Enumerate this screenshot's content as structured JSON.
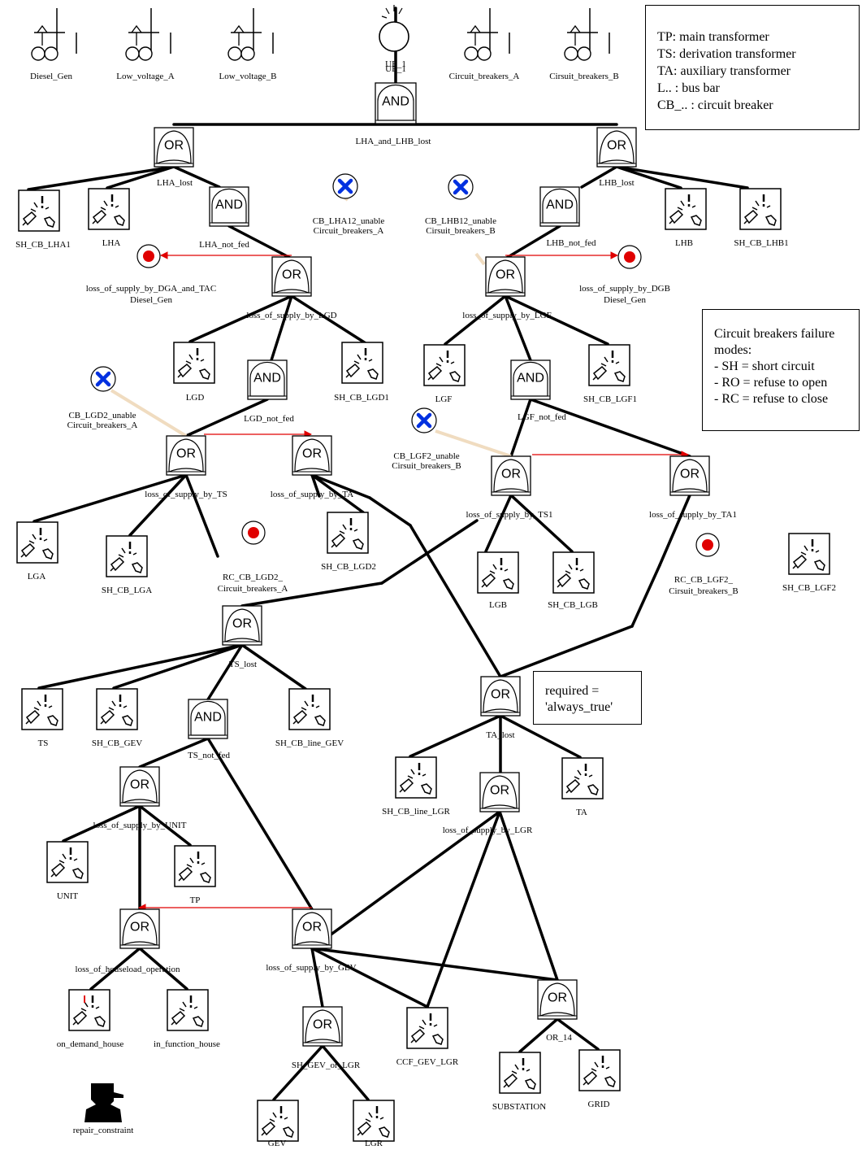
{
  "diagram": {
    "gates": [
      {
        "id": "UE_1_AND",
        "label": "UE_1",
        "type": "AND"
      },
      {
        "id": "LHA_and_LHB_lost",
        "label": "LHA_and_LHB_lost",
        "type": "OR"
      },
      {
        "id": "LHB_lost",
        "label": "LHB_lost",
        "type": "OR"
      },
      {
        "id": "LHA_not_fed",
        "label": "LHA_not_fed",
        "type": "AND"
      },
      {
        "id": "LHB_not_fed",
        "label": "LHB_not_fed",
        "type": "AND"
      },
      {
        "id": "loss_of_supply_by_LGD",
        "label": "loss_of_supply_by_LGD",
        "type": "OR"
      },
      {
        "id": "loss_of_supply_by_LGF",
        "label": "loss_of_supply_by_LGF",
        "type": "OR"
      },
      {
        "id": "LGD_not_fed",
        "label": "LGD_not_fed",
        "type": "AND"
      },
      {
        "id": "LGF_not_fed",
        "label": "LGF_not_fed",
        "type": "AND"
      },
      {
        "id": "loss_of_supply_by_TS",
        "label": "loss_of_supply_by_TS",
        "type": "OR"
      },
      {
        "id": "loss_of_supply_by_TA",
        "label": "loss_of_supply_by_TA",
        "type": "OR"
      },
      {
        "id": "loss_of_supply_by_TS1",
        "label": "loss_of_supply_by_TS1",
        "type": "OR"
      },
      {
        "id": "loss_of_supply_by_TA1",
        "label": "loss_of_supply_by_TA1",
        "type": "OR"
      },
      {
        "id": "TS_lost",
        "label": "TS_lost",
        "type": "OR"
      },
      {
        "id": "TS_not_fed",
        "label": "TS_not_fed",
        "type": "AND"
      },
      {
        "id": "TA_lost",
        "label": "TA_lost",
        "type": "OR"
      },
      {
        "id": "loss_of_supply_by_UNIT",
        "label": "loss_of_supply_by_UNIT",
        "type": "OR"
      },
      {
        "id": "loss_of_supply_by_LGR",
        "label": "loss_of_supply_by_LGR",
        "type": "OR"
      },
      {
        "id": "loss_of_houseload_operation",
        "label": "loss_of_houseload_operation",
        "type": "OR"
      },
      {
        "id": "loss_of_supply_by_GEV",
        "label": "loss_of_supply_by_GEV",
        "type": "OR"
      },
      {
        "id": "OR_14",
        "label": "OR_14",
        "type": "OR"
      },
      {
        "id": "SH_GEV_or_LGR",
        "label": "SH_GEV_or_LGR",
        "type": "OR"
      }
    ],
    "gate_name_top": "LHA_lost",
    "basic_events": [
      "SH_CB_LHA1",
      "LHA",
      "LHB",
      "SH_CB_LHB1",
      "LGD",
      "SH_CB_LGD1",
      "LGF",
      "SH_CB_LGF1",
      "LGA",
      "SH_CB_LGA",
      "SH_CB_LGD2",
      "LGB",
      "SH_CB_LGB",
      "SH_CB_LGF2",
      "TS",
      "SH_CB_GEV",
      "SH_CB_line_GEV",
      "SH_CB_line_LGR",
      "TA",
      "UNIT",
      "TP",
      "on_demand_house",
      "in_function_house",
      "CCF_GEV_LGR",
      "SUBSTATION",
      "GRID",
      "GEV",
      "LGR"
    ],
    "components": [
      "Diesel_Gen",
      "Low_voltage_A",
      "Low_voltage_B",
      "Circuit_breakers_A",
      "Cirsuit_breakers_B"
    ],
    "source_label": "UE_1",
    "failure_events": [
      {
        "l1": "loss_of_supply_by_DGA_and_TAC",
        "l2": "Diesel_Gen"
      },
      {
        "l1": "loss_of_supply_by_DGB",
        "l2": "Diesel_Gen"
      },
      {
        "l1": "RC_CB_LGD2_",
        "l2": "Circuit_breakers_A"
      },
      {
        "l1": "RC_CB_LGF2_",
        "l2": "Cirsuit_breakers_B"
      }
    ],
    "unable_events": [
      {
        "l1": "CB_LHA12_unable",
        "l2": "Circuit_breakers_A"
      },
      {
        "l1": "CB_LHB12_unable",
        "l2": "Cirsuit_breakers_B"
      },
      {
        "l1": "CB_LGD2_unable",
        "l2": "Circuit_breakers_A"
      },
      {
        "l1": "CB_LGF2_unable",
        "l2": "Cirsuit_breakers_B"
      }
    ],
    "repair_label": "repair_constraint",
    "legend": [
      "TP: main transformer",
      "TS: derivation transformer",
      "TA: auxiliary transformer",
      "L.. : bus bar",
      "CB_.. : circuit breaker"
    ],
    "failure_modes": [
      "Circuit breakers failure",
      "modes:",
      "- SH = short circuit",
      "- RO = refuse to open",
      "- RC = refuse to close"
    ],
    "required_note": [
      "required =",
      "'always_true'"
    ],
    "colors": {
      "line": "#000000",
      "arrow": "#e00000",
      "failure_dot": "#e00000",
      "unable_cross": "#0030e0",
      "unable_link": "#f0dcc0",
      "warning_mark": "#e00000"
    }
  }
}
